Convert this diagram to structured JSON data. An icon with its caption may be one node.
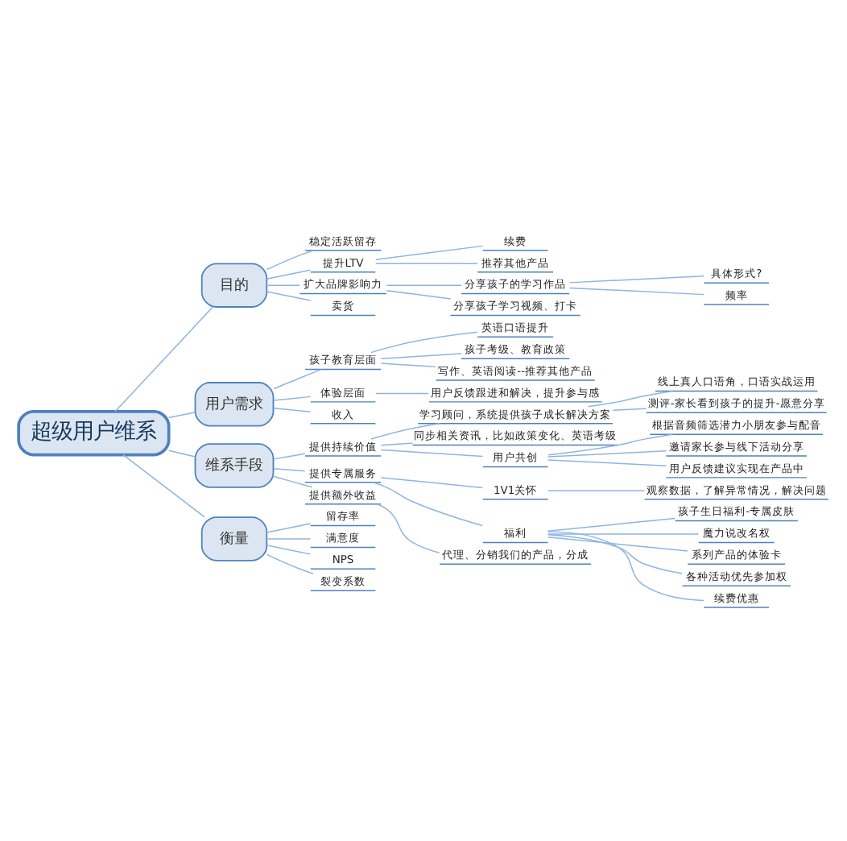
{
  "diagram": {
    "nodes": [
      {
        "text": [
          "超级用户维系"
        ]
      },
      {
        "text": [
          "目的"
        ]
      },
      {
        "text": [
          "稳定活跃留存"
        ]
      },
      {
        "text": [
          "提升LTV"
        ]
      },
      {
        "text": [
          "续费"
        ]
      },
      {
        "text": [
          "推荐其他产品"
        ]
      },
      {
        "text": [
          "扩大品牌影响力"
        ]
      },
      {
        "text": [
          "分享孩子的学习作品"
        ]
      },
      {
        "text": [
          "具体形式?"
        ]
      },
      {
        "text": [
          "频率"
        ]
      },
      {
        "text": [
          "分享孩子学习视频、打卡"
        ]
      },
      {
        "text": [
          "卖货"
        ]
      },
      {
        "text": [
          "用户需求"
        ]
      },
      {
        "text": [
          "孩子教育层面"
        ]
      },
      {
        "text": [
          "英语口语提升"
        ]
      },
      {
        "text": [
          "孩子考级、教育政策"
        ]
      },
      {
        "text": [
          "写作、英语阅读--推荐其他产品"
        ]
      },
      {
        "text": [
          "体验层面"
        ]
      },
      {
        "text": [
          "用户反馈跟进和解决，提升参与感"
        ]
      },
      {
        "text": [
          "收入"
        ]
      },
      {
        "text": [
          "维系手段"
        ]
      },
      {
        "text": [
          "提供持续价值"
        ]
      },
      {
        "text": [
          "学习顾问，系统提供孩子成长解决方案"
        ]
      },
      {
        "text": [
          "线上真人口语角，口语实战运用"
        ]
      },
      {
        "text": [
          "测评-家长看到孩子的提升-愿意分享"
        ]
      },
      {
        "text": [
          "同步相关资讯，比如政策变化、英语考级"
        ]
      },
      {
        "text": [
          "用户共创"
        ]
      },
      {
        "text": [
          "根据音频筛选潜力小朋友参与配音"
        ]
      },
      {
        "text": [
          "邀请家长参与线下活动分享"
        ]
      },
      {
        "text": [
          "用户反馈建议实现在产品中"
        ]
      },
      {
        "text": [
          "提供专属服务"
        ]
      },
      {
        "text": [
          "1V1关怀"
        ]
      },
      {
        "text": [
          "观察数据，了解异常情况，解决问题"
        ]
      },
      {
        "text": [
          "福利"
        ]
      },
      {
        "text": [
          "孩子生日福利-专属皮肤"
        ]
      },
      {
        "text": [
          "魔力说改名权"
        ]
      },
      {
        "text": [
          "系列产品的体验卡"
        ]
      },
      {
        "text": [
          "各种活动优先参加权"
        ]
      },
      {
        "text": [
          "续费优惠"
        ]
      },
      {
        "text": [
          "提供额外收益"
        ]
      },
      {
        "text": [
          "代理、分销我们的产品，分成"
        ]
      },
      {
        "text": [
          "衡量"
        ]
      },
      {
        "text": [
          "留存率"
        ]
      },
      {
        "text": [
          "满意度"
        ]
      },
      {
        "text": [
          "NPS"
        ]
      },
      {
        "text": [
          "裂变系数"
        ]
      }
    ],
    "edges": [
      {
        "from": 0,
        "to": 1,
        "arrow": "none"
      },
      {
        "from": 1,
        "to": 2,
        "arrow": "none"
      },
      {
        "from": 1,
        "to": 3,
        "arrow": "none"
      },
      {
        "from": 3,
        "to": 4,
        "arrow": "none"
      },
      {
        "from": 3,
        "to": 5,
        "arrow": "none"
      },
      {
        "from": 1,
        "to": 6,
        "arrow": "none"
      },
      {
        "from": 6,
        "to": 7,
        "arrow": "none"
      },
      {
        "from": 7,
        "to": 8,
        "arrow": "none"
      },
      {
        "from": 7,
        "to": 9,
        "arrow": "none"
      },
      {
        "from": 6,
        "to": 10,
        "arrow": "none"
      },
      {
        "from": 1,
        "to": 11,
        "arrow": "none"
      },
      {
        "from": 0,
        "to": 12,
        "arrow": "none"
      },
      {
        "from": 12,
        "to": 13,
        "arrow": "none"
      },
      {
        "from": 13,
        "to": 14,
        "arrow": "none"
      },
      {
        "from": 13,
        "to": 15,
        "arrow": "none"
      },
      {
        "from": 13,
        "to": 16,
        "arrow": "none"
      },
      {
        "from": 12,
        "to": 17,
        "arrow": "none"
      },
      {
        "from": 17,
        "to": 18,
        "arrow": "none"
      },
      {
        "from": 12,
        "to": 19,
        "arrow": "none"
      },
      {
        "from": 0,
        "to": 20,
        "arrow": "none"
      },
      {
        "from": 20,
        "to": 21,
        "arrow": "none"
      },
      {
        "from": 21,
        "to": 22,
        "arrow": "none"
      },
      {
        "from": 22,
        "to": 23,
        "arrow": "none"
      },
      {
        "from": 22,
        "to": 24,
        "arrow": "none"
      },
      {
        "from": 21,
        "to": 25,
        "arrow": "none"
      },
      {
        "from": 21,
        "to": 26,
        "arrow": "none"
      },
      {
        "from": 26,
        "to": 27,
        "arrow": "none"
      },
      {
        "from": 26,
        "to": 28,
        "arrow": "none"
      },
      {
        "from": 26,
        "to": 29,
        "arrow": "none"
      },
      {
        "from": 20,
        "to": 30,
        "arrow": "none"
      },
      {
        "from": 30,
        "to": 31,
        "arrow": "none"
      },
      {
        "from": 31,
        "to": 32,
        "arrow": "none"
      },
      {
        "from": 30,
        "to": 33,
        "arrow": "none"
      },
      {
        "from": 33,
        "to": 34,
        "arrow": "none"
      },
      {
        "from": 33,
        "to": 35,
        "arrow": "none"
      },
      {
        "from": 33,
        "to": 36,
        "arrow": "none"
      },
      {
        "from": 33,
        "to": 37,
        "arrow": "none"
      },
      {
        "from": 33,
        "to": 38,
        "arrow": "none"
      },
      {
        "from": 20,
        "to": 39,
        "arrow": "none"
      },
      {
        "from": 39,
        "to": 40,
        "arrow": "none"
      },
      {
        "from": 0,
        "to": 41,
        "arrow": "none"
      },
      {
        "from": 41,
        "to": 42,
        "arrow": "none"
      },
      {
        "from": 41,
        "to": 43,
        "arrow": "none"
      },
      {
        "from": 41,
        "to": 44,
        "arrow": "none"
      },
      {
        "from": 41,
        "to": 45,
        "arrow": "none"
      }
    ]
  }
}
